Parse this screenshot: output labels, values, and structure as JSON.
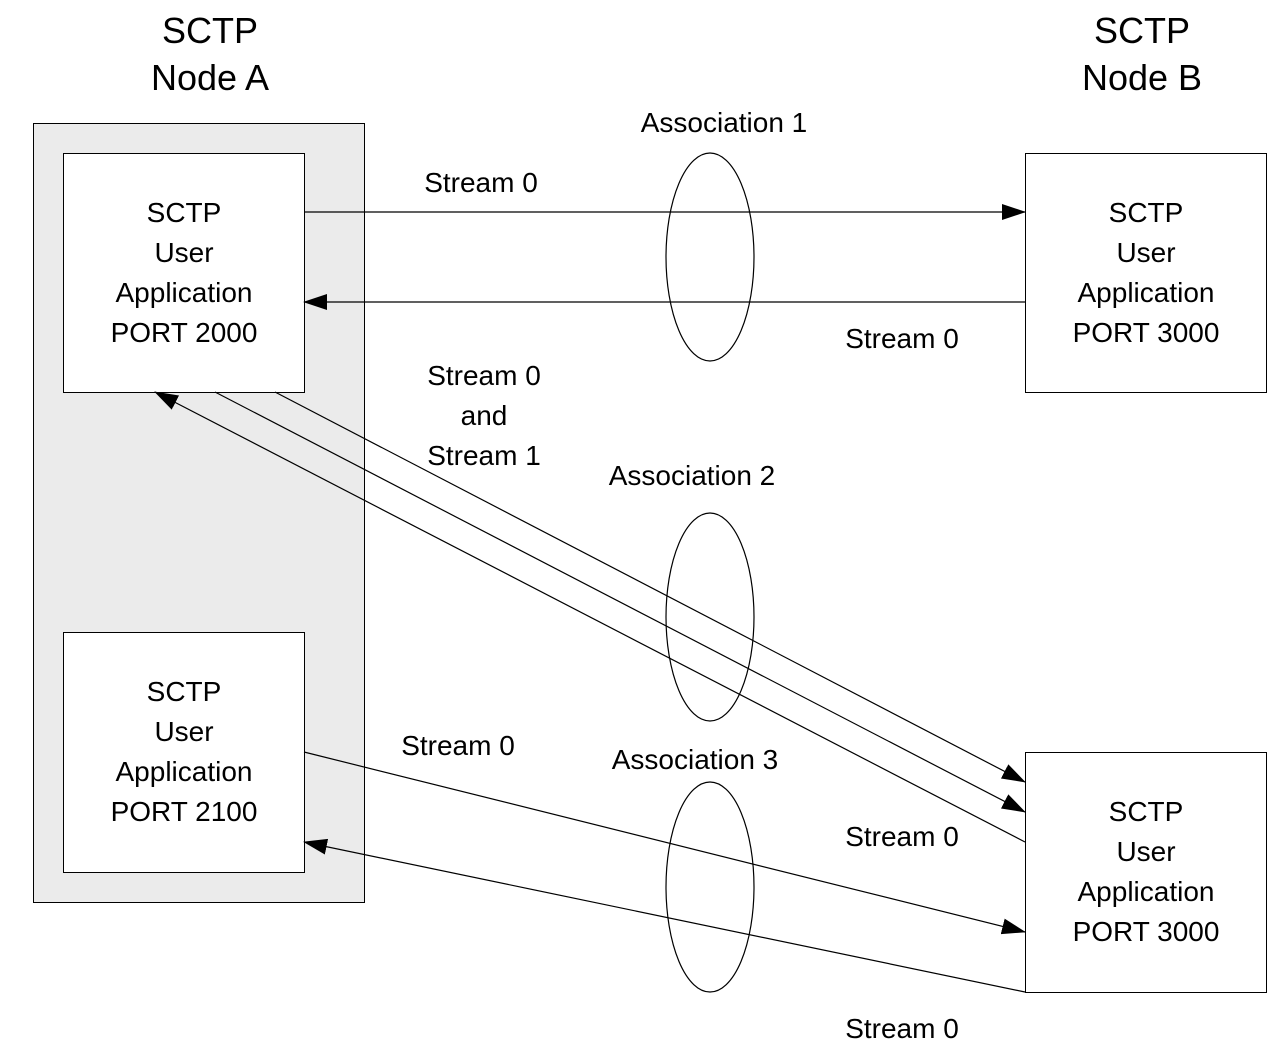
{
  "node_a": {
    "title_line1": "SCTP",
    "title_line2": "Node A",
    "fill": "#ebebeb"
  },
  "node_b": {
    "title_line1": "SCTP",
    "title_line2": "Node B"
  },
  "apps": {
    "a1": [
      "SCTP",
      "User",
      "Application",
      "PORT 2000"
    ],
    "a2": [
      "SCTP",
      "User",
      "Application",
      "PORT 2100"
    ],
    "b1": [
      "SCTP",
      "User",
      "Application",
      "PORT 3000"
    ],
    "b2": [
      "SCTP",
      "User",
      "Application",
      "PORT 3000"
    ]
  },
  "associations": {
    "assoc1": {
      "label": "Association 1",
      "stream_out": "Stream 0",
      "stream_in": "Stream 0"
    },
    "assoc2": {
      "label": "Association 2",
      "stream_out": [
        "Stream 0",
        "and",
        "Stream 1"
      ],
      "stream_in": "Stream 0"
    },
    "assoc3": {
      "label": "Association 3",
      "stream_out": "Stream 0",
      "stream_in": "Stream 0"
    }
  }
}
